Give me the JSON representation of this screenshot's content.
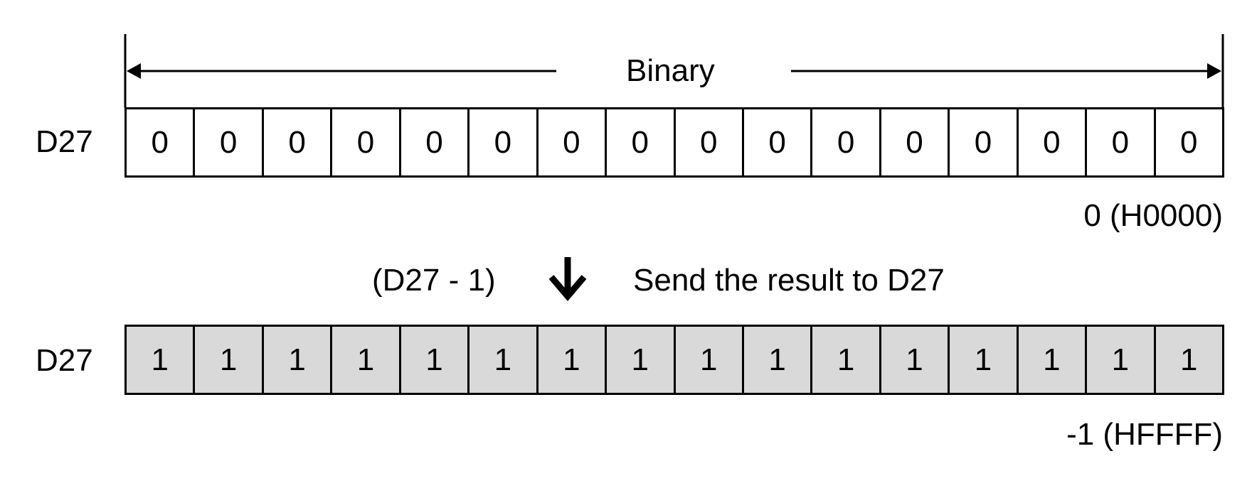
{
  "binary_label": "Binary",
  "register_name": "D27",
  "before": {
    "register": "D27",
    "bits": [
      "0",
      "0",
      "0",
      "0",
      "0",
      "0",
      "0",
      "0",
      "0",
      "0",
      "0",
      "0",
      "0",
      "0",
      "0",
      "0"
    ],
    "value_text": "0 (H0000)"
  },
  "operation": {
    "expression": "(D27 - 1)",
    "description": "Send the result to D27"
  },
  "after": {
    "register": "D27",
    "bits": [
      "1",
      "1",
      "1",
      "1",
      "1",
      "1",
      "1",
      "1",
      "1",
      "1",
      "1",
      "1",
      "1",
      "1",
      "1",
      "1"
    ],
    "value_text": "-1 (HFFFF)",
    "fill_color": "#d9d9d9"
  },
  "colors": {
    "line": "#000000",
    "background": "#ffffff"
  }
}
